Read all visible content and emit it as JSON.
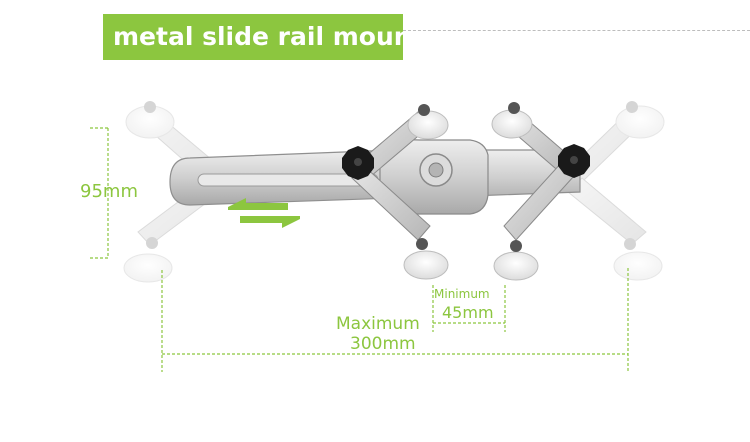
{
  "title": "metal slide rail mount",
  "dimensions": {
    "height_label": "95mm",
    "minimum_label": "Minimum",
    "minimum_value": "45mm",
    "maximum_label": "Maximum",
    "maximum_value": "300mm"
  },
  "colors": {
    "accent": "#8cc63f",
    "metal": "#c9c9c9",
    "knob": "#1a1a1a"
  }
}
